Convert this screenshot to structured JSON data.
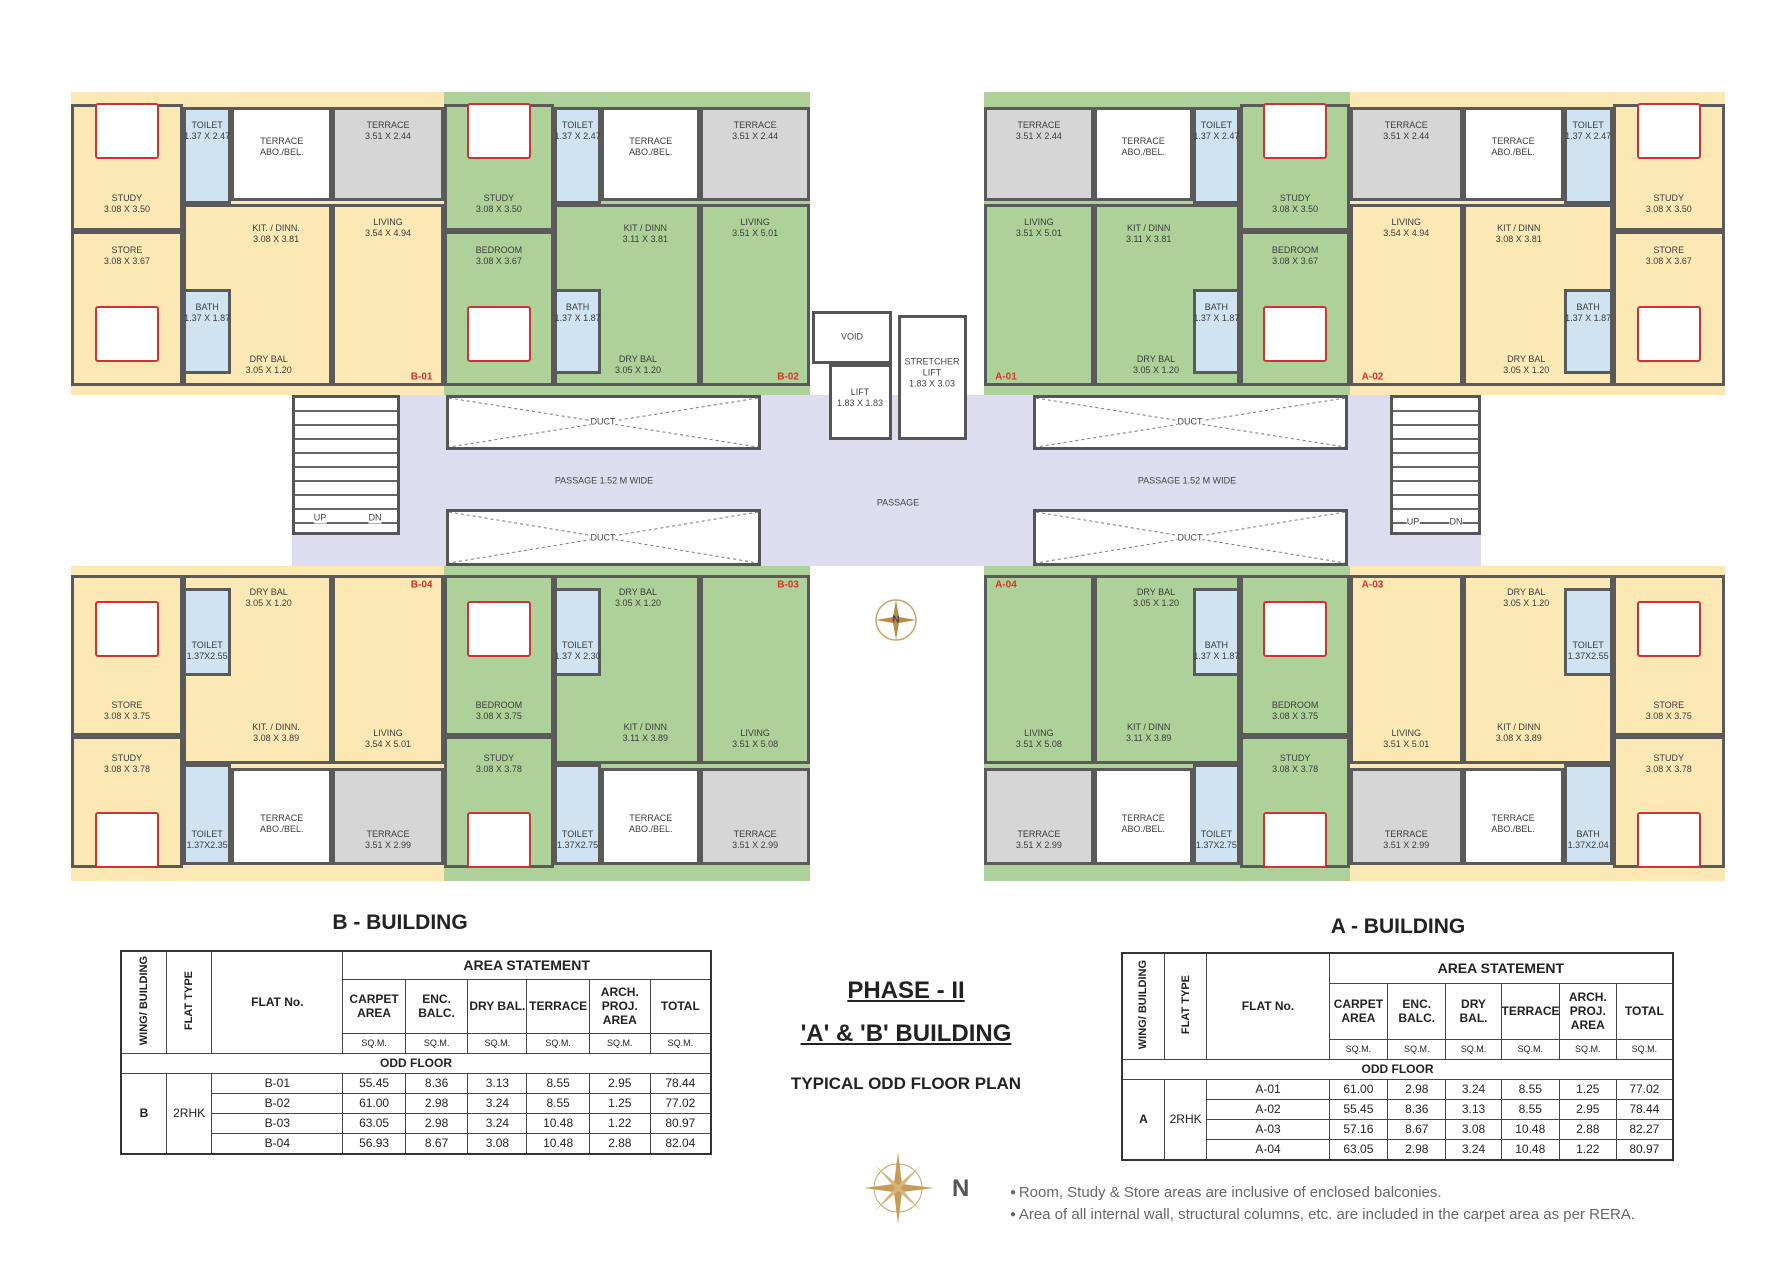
{
  "colors": {
    "yellow_flat": "#fbe8b5",
    "green_flat": "#aed19a",
    "terrace": "#d6d6d6",
    "wet": "#cfe3f2",
    "passage": "#dedcef",
    "flat_id": "#d9342b"
  },
  "apartments": [
    {
      "id": "B-01",
      "scheme": "yellow",
      "rooms": {
        "col_upper": {
          "name": "STUDY",
          "dim": "3.08 X 3.50"
        },
        "col_lower": {
          "name": "STORE",
          "dim": "3.08 X 3.67"
        },
        "toilet": {
          "name": "TOILET",
          "dim": "1.37 X 2.47"
        },
        "terrace_abo": {
          "name": "TERRACE",
          "dim": "ABO./BEL."
        },
        "terrace": {
          "name": "TERRACE",
          "dim": "3.51 X 2.44"
        },
        "kit": {
          "name": "KIT. / DINN.",
          "dim": "3.08 X 3.81"
        },
        "living": {
          "name": "LIVING",
          "dim": "3.54 X 4.94"
        },
        "bath": {
          "name": "BATH",
          "dim": "1.37 X 1.87"
        },
        "dry_bal": {
          "name": "DRY BAL",
          "dim": "3.05 X 1.20"
        }
      }
    },
    {
      "id": "B-02",
      "scheme": "green",
      "rooms": {
        "col_upper": {
          "name": "STUDY",
          "dim": "3.08 X 3.50"
        },
        "col_lower": {
          "name": "BEDROOM",
          "dim": "3.08 X 3.67"
        },
        "toilet": {
          "name": "TOILET",
          "dim": "1.37 X 2.47"
        },
        "terrace_abo": {
          "name": "TERRACE",
          "dim": "ABO./BEL."
        },
        "terrace": {
          "name": "TERRACE",
          "dim": "3.51 X 2.44"
        },
        "kit": {
          "name": "KIT / DINN",
          "dim": "3.11 X 3.81"
        },
        "living": {
          "name": "LIVING",
          "dim": "3.51 X 5.01"
        },
        "bath": {
          "name": "BATH",
          "dim": "1.37 X 1.87"
        },
        "dry_bal": {
          "name": "DRY BAL",
          "dim": "3.05 X 1.20"
        }
      }
    },
    {
      "id": "A-01",
      "scheme": "green",
      "rooms": {
        "col_upper": {
          "name": "STUDY",
          "dim": "3.08 X 3.50"
        },
        "col_lower": {
          "name": "BEDROOM",
          "dim": "3.08 X 3.67"
        },
        "toilet": {
          "name": "TOILET",
          "dim": "1.37 X 2.47"
        },
        "terrace_abo": {
          "name": "TERRACE",
          "dim": "ABO./BEL."
        },
        "terrace": {
          "name": "TERRACE",
          "dim": "3.51 X 2.44"
        },
        "kit": {
          "name": "KIT / DINN",
          "dim": "3.11 X 3.81"
        },
        "living": {
          "name": "LIVING",
          "dim": "3.51 X 5.01"
        },
        "bath": {
          "name": "BATH",
          "dim": "1.37 X 1.87"
        },
        "dry_bal": {
          "name": "DRY BAL",
          "dim": "3.05 X 1.20"
        }
      }
    },
    {
      "id": "A-02",
      "scheme": "yellow",
      "rooms": {
        "col_upper": {
          "name": "STUDY",
          "dim": "3.08 X 3.50"
        },
        "col_lower": {
          "name": "STORE",
          "dim": "3.08 X 3.67"
        },
        "toilet": {
          "name": "TOILET",
          "dim": "1.37 X 2.47"
        },
        "terrace_abo": {
          "name": "TERRACE",
          "dim": "ABO./BEL."
        },
        "terrace": {
          "name": "TERRACE",
          "dim": "3.51 X 2.44"
        },
        "kit": {
          "name": "KIT / DINN",
          "dim": "3.08 X 3.81"
        },
        "living": {
          "name": "LIVING",
          "dim": "3.54 X 4.94"
        },
        "bath": {
          "name": "BATH",
          "dim": "1.37 X 1.87"
        },
        "dry_bal": {
          "name": "DRY BAL",
          "dim": "3.05 X 1.20"
        }
      }
    },
    {
      "id": "B-04",
      "scheme": "yellow",
      "rooms": {
        "col_upper": {
          "name": "STUDY",
          "dim": "3.08 X 3.78"
        },
        "col_lower": {
          "name": "STORE",
          "dim": "3.08 X 3.75"
        },
        "toilet": {
          "name": "TOILET",
          "dim": "1.37X2.35"
        },
        "terrace_abo": {
          "name": "TERRACE",
          "dim": "ABO./BEL."
        },
        "terrace": {
          "name": "TERRACE",
          "dim": "3.51 X 2.99"
        },
        "kit": {
          "name": "KIT. / DINN.",
          "dim": "3.08 X 3.89"
        },
        "living": {
          "name": "LIVING",
          "dim": "3.54 X 5.01"
        },
        "bath": {
          "name": "TOILET",
          "dim": "1.37X2.55"
        },
        "dry_bal": {
          "name": "DRY BAL",
          "dim": "3.05 X 1.20"
        }
      }
    },
    {
      "id": "B-03",
      "scheme": "green",
      "rooms": {
        "col_upper": {
          "name": "STUDY",
          "dim": "3.08 X 3.78"
        },
        "col_lower": {
          "name": "BEDROOM",
          "dim": "3.08 X 3.75"
        },
        "toilet": {
          "name": "TOILET",
          "dim": "1.37X2.75"
        },
        "terrace_abo": {
          "name": "TERRACE",
          "dim": "ABO./BEL."
        },
        "terrace": {
          "name": "TERRACE",
          "dim": "3.51 X 2.99"
        },
        "kit": {
          "name": "KIT / DINN",
          "dim": "3.11 X 3.89"
        },
        "living": {
          "name": "LIVING",
          "dim": "3.51 X 5.08"
        },
        "bath": {
          "name": "TOILET",
          "dim": "1.37 X 2.30"
        },
        "dry_bal": {
          "name": "DRY BAL",
          "dim": "3.05 X 1.20"
        }
      }
    },
    {
      "id": "A-04",
      "scheme": "green",
      "rooms": {
        "col_upper": {
          "name": "STUDY",
          "dim": "3.08 X 3.78"
        },
        "col_lower": {
          "name": "BEDROOM",
          "dim": "3.08 X 3.75"
        },
        "toilet": {
          "name": "TOILET",
          "dim": "1.37X2.75"
        },
        "terrace_abo": {
          "name": "TERRACE",
          "dim": "ABO./BEL."
        },
        "terrace": {
          "name": "TERRACE",
          "dim": "3.51 X 2.99"
        },
        "kit": {
          "name": "KIT / DINN",
          "dim": "3.11 X 3.89"
        },
        "living": {
          "name": "LIVING",
          "dim": "3.51 X 5.08"
        },
        "bath": {
          "name": "BATH",
          "dim": "1.37 X 1.87"
        },
        "dry_bal": {
          "name": "DRY BAL",
          "dim": "3.05 X 1.20"
        }
      }
    },
    {
      "id": "A-03",
      "scheme": "yellow",
      "rooms": {
        "col_upper": {
          "name": "STUDY",
          "dim": "3.08 X 3.78"
        },
        "col_lower": {
          "name": "STORE",
          "dim": "3.08 X 3.75"
        },
        "toilet": {
          "name": "BATH",
          "dim": "1.37X2.04"
        },
        "terrace_abo": {
          "name": "TERRACE",
          "dim": "ABO./BEL."
        },
        "terrace": {
          "name": "TERRACE",
          "dim": "3.51 X 2.99"
        },
        "kit": {
          "name": "KIT / DINN",
          "dim": "3.08 X 3.89"
        },
        "living": {
          "name": "LIVING",
          "dim": "3.51 X 5.01"
        },
        "bath": {
          "name": "TOILET",
          "dim": "1.37X2.55"
        },
        "dry_bal": {
          "name": "DRY BAL",
          "dim": "3.05 X 1.20"
        }
      }
    }
  ],
  "core": {
    "void": "VOID",
    "lift": {
      "name": "LIFT",
      "dim": "1.83 X 1.83"
    },
    "stretcher_lift": {
      "name": "STRETCHER",
      "name2": "LIFT",
      "dim": "1.83 X 3.03"
    },
    "duct": "DUCT",
    "passage_left": "PASSAGE 1.52 M WIDE",
    "passage_right": "PASSAGE 1.52 M WIDE",
    "passage_center": "PASSAGE",
    "stair_up": "UP",
    "stair_dn": "DN",
    "compass_n": "N"
  },
  "titles": {
    "b_building": "B - BUILDING",
    "a_building": "A - BUILDING"
  },
  "table_headers": {
    "wing": "WING/ BUILDING",
    "flat_type": "FLAT TYPE",
    "flat_no": "FLAT No.",
    "area_statement": "AREA STATEMENT",
    "columns": [
      "CARPET AREA",
      "ENC. BALC.",
      "DRY BAL.",
      "TERRACE",
      "ARCH. PROJ. AREA",
      "TOTAL"
    ],
    "unit": "SQ.M.",
    "odd_floor": "ODD FLOOR"
  },
  "tables": {
    "b": {
      "wing": "B",
      "flat_type": "2RHK",
      "rows": [
        {
          "flat": "B-01",
          "values": [
            "55.45",
            "8.36",
            "3.13",
            "8.55",
            "2.95",
            "78.44"
          ]
        },
        {
          "flat": "B-02",
          "values": [
            "61.00",
            "2.98",
            "3.24",
            "8.55",
            "1.25",
            "77.02"
          ]
        },
        {
          "flat": "B-03",
          "values": [
            "63.05",
            "2.98",
            "3.24",
            "10.48",
            "1.22",
            "80.97"
          ]
        },
        {
          "flat": "B-04",
          "values": [
            "56.93",
            "8.67",
            "3.08",
            "10.48",
            "2.88",
            "82.04"
          ]
        }
      ]
    },
    "a": {
      "wing": "A",
      "flat_type": "2RHK",
      "rows": [
        {
          "flat": "A-01",
          "values": [
            "61.00",
            "2.98",
            "3.24",
            "8.55",
            "1.25",
            "77.02"
          ]
        },
        {
          "flat": "A-02",
          "values": [
            "55.45",
            "8.36",
            "3.13",
            "8.55",
            "2.95",
            "78.44"
          ]
        },
        {
          "flat": "A-03",
          "values": [
            "57.16",
            "8.67",
            "3.08",
            "10.48",
            "2.88",
            "82.27"
          ]
        },
        {
          "flat": "A-04",
          "values": [
            "63.05",
            "2.98",
            "3.24",
            "10.48",
            "1.22",
            "80.97"
          ]
        }
      ]
    }
  },
  "phase": {
    "line1": "PHASE - II",
    "line2": "'A' & 'B' BUILDING",
    "line3": "TYPICAL ODD FLOOR PLAN"
  },
  "compass_label": "N",
  "notes": [
    "Room, Study & Store areas are inclusive of enclosed balconies.",
    "Area of all internal wall, structural columns, etc. are included in the carpet area as per RERA."
  ]
}
